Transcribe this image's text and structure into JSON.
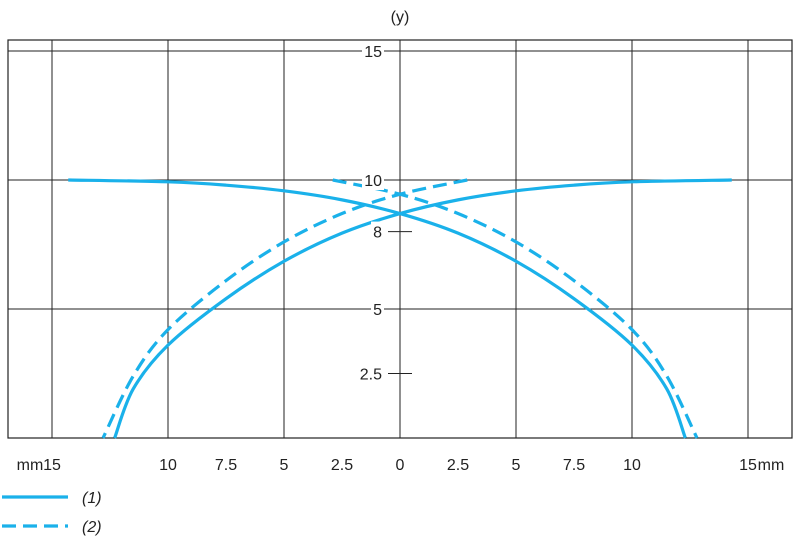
{
  "chart_data": {
    "type": "line",
    "y_axis_label": "(y)",
    "x_ticks": [
      {
        "value": -15,
        "label": "15"
      },
      {
        "value": -10,
        "label": "10"
      },
      {
        "value": -7.5,
        "label": "7.5"
      },
      {
        "value": -5,
        "label": "5"
      },
      {
        "value": -2.5,
        "label": "2.5"
      },
      {
        "value": 0,
        "label": "0"
      },
      {
        "value": 2.5,
        "label": "2.5"
      },
      {
        "value": 5,
        "label": "5"
      },
      {
        "value": 7.5,
        "label": "7.5"
      },
      {
        "value": 10,
        "label": "10"
      },
      {
        "value": 15,
        "label": "15"
      }
    ],
    "x_unit_left": "mm",
    "x_unit_right": "mm",
    "y_ticks": [
      {
        "value": 2.5,
        "label": "2.5"
      },
      {
        "value": 5,
        "label": "5"
      },
      {
        "value": 8,
        "label": "8"
      },
      {
        "value": 10,
        "label": "10"
      },
      {
        "value": 15,
        "label": "15"
      }
    ],
    "xlim": [
      -17,
      17
    ],
    "ylim": [
      0,
      15.5
    ],
    "grid_x": [
      -15,
      -10,
      -5,
      0,
      5,
      10,
      15
    ],
    "grid_y": [
      5,
      10,
      15
    ],
    "grid": true,
    "legend_position": "bottom-left",
    "series": [
      {
        "name": "(1)",
        "style": "solid",
        "color": "#1ab1ea",
        "curves": [
          [
            [
              -14.3,
              10
            ],
            [
              -10,
              9.93
            ],
            [
              -7.5,
              9.8
            ],
            [
              -5,
              9.58
            ],
            [
              -2.5,
              9.23
            ],
            [
              0,
              8.7
            ],
            [
              2.5,
              7.94
            ],
            [
              5,
              6.85
            ],
            [
              7.5,
              5.4
            ],
            [
              10,
              3.6
            ],
            [
              11.5,
              1.9
            ],
            [
              12.3,
              0
            ]
          ],
          [
            [
              14.3,
              10
            ],
            [
              10,
              9.93
            ],
            [
              7.5,
              9.8
            ],
            [
              5,
              9.58
            ],
            [
              2.5,
              9.23
            ],
            [
              0,
              8.7
            ],
            [
              -2.5,
              7.94
            ],
            [
              -5,
              6.85
            ],
            [
              -7.5,
              5.4
            ],
            [
              -10,
              3.6
            ],
            [
              -11.5,
              1.9
            ],
            [
              -12.3,
              0
            ]
          ]
        ]
      },
      {
        "name": "(2)",
        "style": "dashed",
        "color": "#1ab1ea",
        "curves": [
          [
            [
              -2.9,
              10
            ],
            [
              0,
              9.45
            ],
            [
              2.5,
              8.7
            ],
            [
              5,
              7.6
            ],
            [
              7.5,
              6.1
            ],
            [
              10,
              4.2
            ],
            [
              11.5,
              2.4
            ],
            [
              12.8,
              0
            ]
          ],
          [
            [
              2.9,
              10
            ],
            [
              0,
              9.45
            ],
            [
              -2.5,
              8.7
            ],
            [
              -5,
              7.6
            ],
            [
              -7.5,
              6.1
            ],
            [
              -10,
              4.2
            ],
            [
              -11.5,
              2.4
            ],
            [
              -12.8,
              0
            ]
          ]
        ]
      }
    ]
  }
}
